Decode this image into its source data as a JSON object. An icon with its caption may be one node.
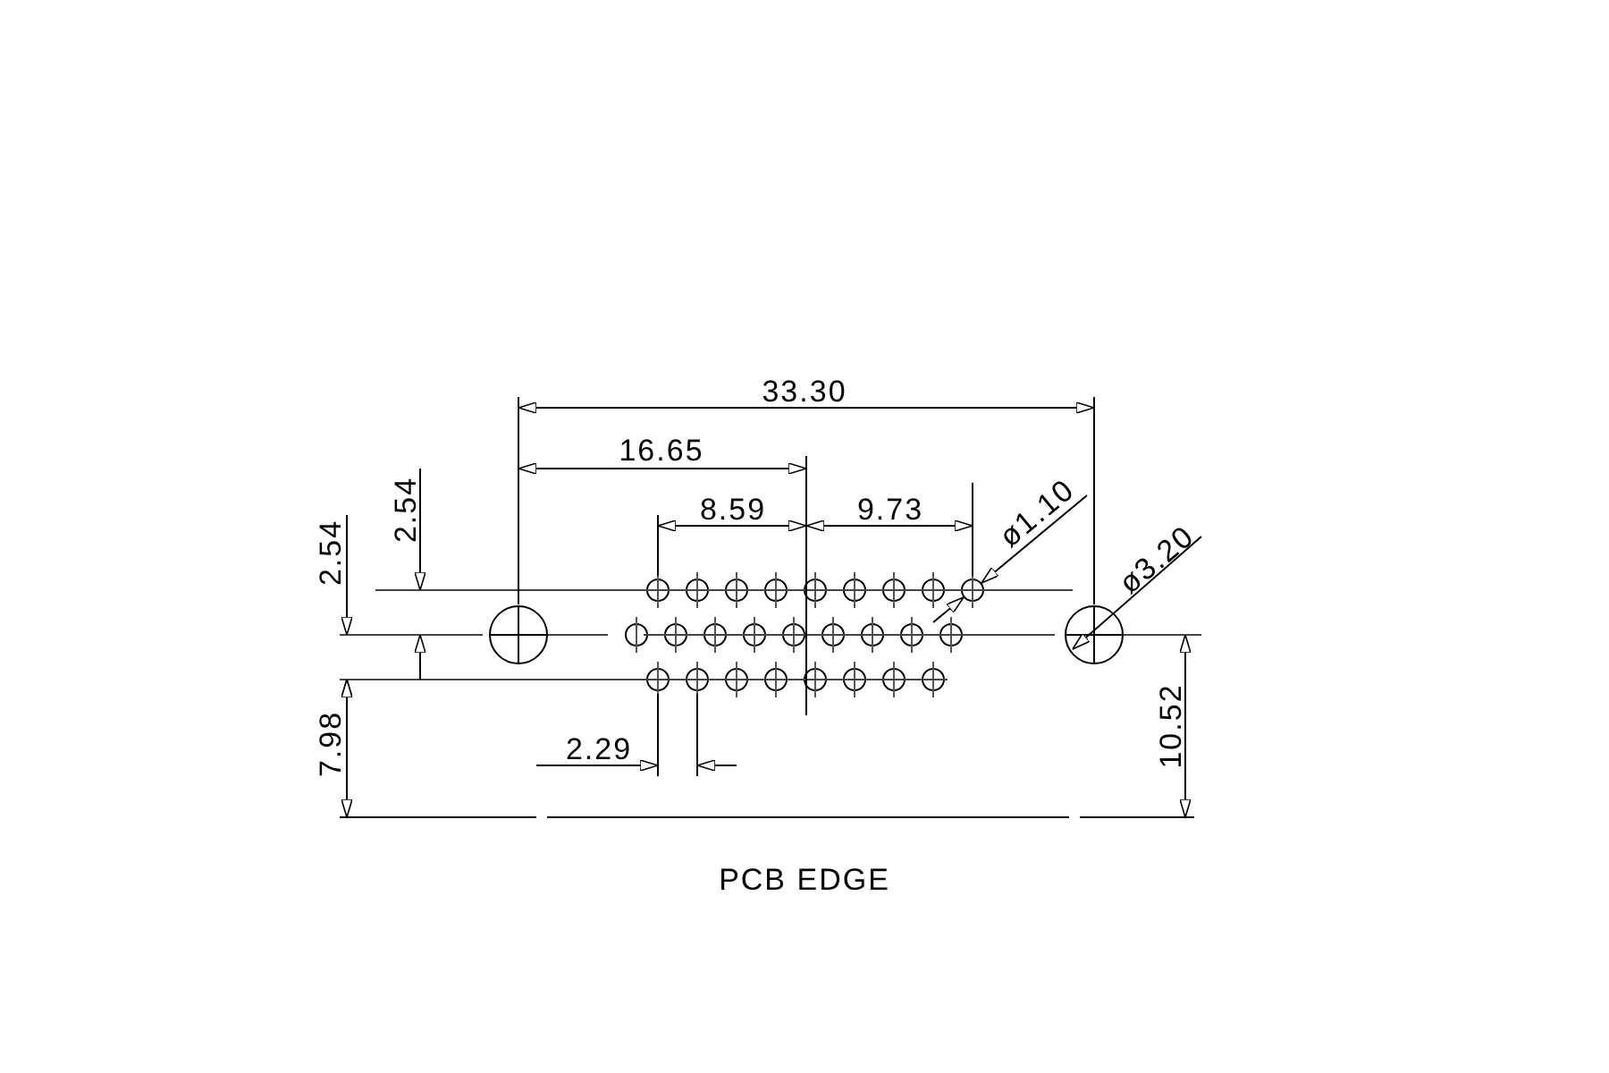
{
  "diagram": {
    "labels": [
      "33.30",
      "16.65",
      "2.54",
      "8.59",
      "9.73",
      "ø1.10",
      "2.54",
      "ø3.20",
      "7.98",
      "2.29",
      "10.52",
      "PCB EDGE"
    ]
  }
}
